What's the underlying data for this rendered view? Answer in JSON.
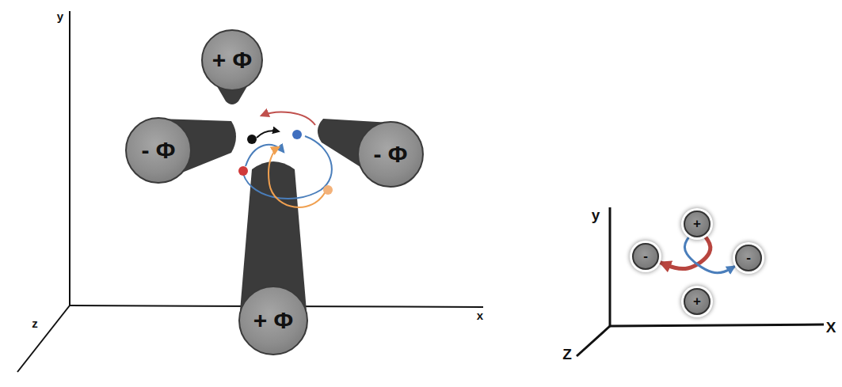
{
  "diagram": {
    "nodes": [
      {
        "text": [
          "+ Φ"
        ]
      },
      {
        "text": [
          "- Φ"
        ]
      },
      {
        "text": [
          "- Φ"
        ]
      },
      {
        "text": [
          "+ Φ"
        ]
      },
      {
        "text": [
          "+"
        ]
      },
      {
        "text": [
          "-"
        ]
      },
      {
        "text": [
          "-"
        ]
      },
      {
        "text": [
          "+"
        ]
      }
    ],
    "edges": [
      {
        "from": 4,
        "to": 5,
        "arrow": "to"
      },
      {
        "from": 4,
        "to": 6,
        "arrow": "to"
      }
    ],
    "labels": [
      "y",
      "x",
      "z",
      "y",
      "X",
      "Z"
    ]
  }
}
